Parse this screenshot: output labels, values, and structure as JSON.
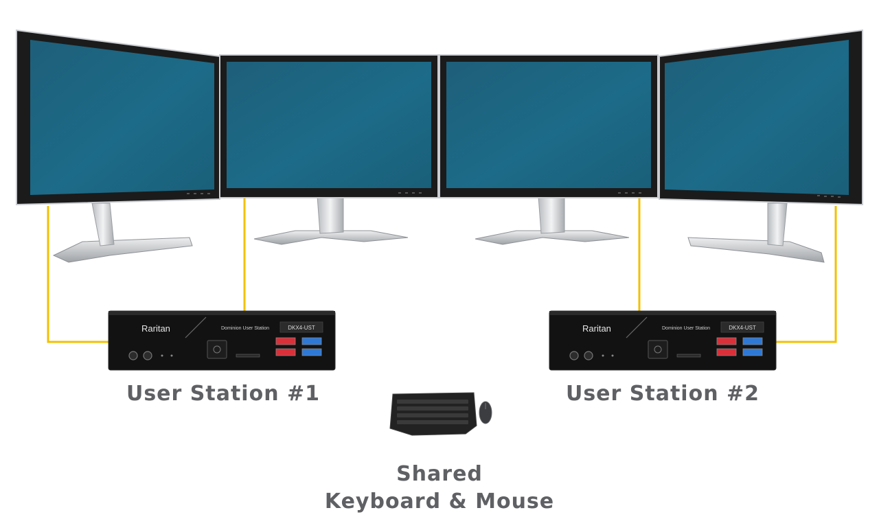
{
  "colors": {
    "screen": "#1c6a86",
    "bezel": "#1a1a1a",
    "cable": "#f2c100",
    "label": "#5f6063",
    "unit_body": "#121212",
    "usb_red": "#d9303a",
    "usb_blue": "#2f79d6"
  },
  "stations": [
    {
      "brand": "Raritan",
      "product": "Dominion User Station",
      "model": "DKX4-UST",
      "label": "User Station #1"
    },
    {
      "brand": "Raritan",
      "product": "Dominion User Station",
      "model": "DKX4-UST",
      "label": "User Station #2"
    }
  ],
  "shared": {
    "line1": "Shared",
    "line2": "Keyboard & Mouse"
  },
  "icons": {
    "monitor": "monitor-icon",
    "keyboard": "keyboard-icon",
    "mouse": "mouse-icon",
    "power": "power-icon",
    "usb": "usb-icon"
  }
}
